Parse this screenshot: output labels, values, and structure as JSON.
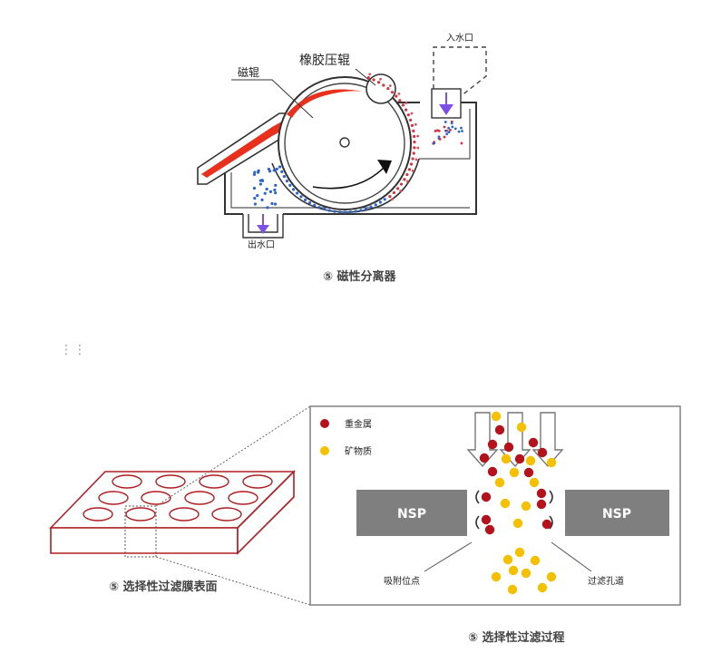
{
  "separator": {
    "labels": {
      "rubber_roller": "橡胶压辊",
      "magnetic_roller": "磁辊",
      "water_inlet": "入水口",
      "water_outlet": "出水口"
    },
    "caption": "⑤ 磁性分离器"
  },
  "membrane": {
    "caption": "⑤ 选择性过滤膜表面"
  },
  "filtration": {
    "legend": {
      "heavy_metal": "重金属",
      "mineral": "矿物质"
    },
    "nsp_left": "NSP",
    "nsp_right": "NSP",
    "adsorption_site": "吸附位点",
    "filter_channel": "过滤孔道",
    "caption": "⑤ 选择性过滤过程"
  },
  "colors": {
    "heavy_metal": "#b5121b",
    "mineral": "#f5c000",
    "nsp_block": "#7f7f7f",
    "membrane_edge": "#b01e23",
    "sludge": "#e8301c",
    "inlet_arrow": "#7b4fe8"
  }
}
